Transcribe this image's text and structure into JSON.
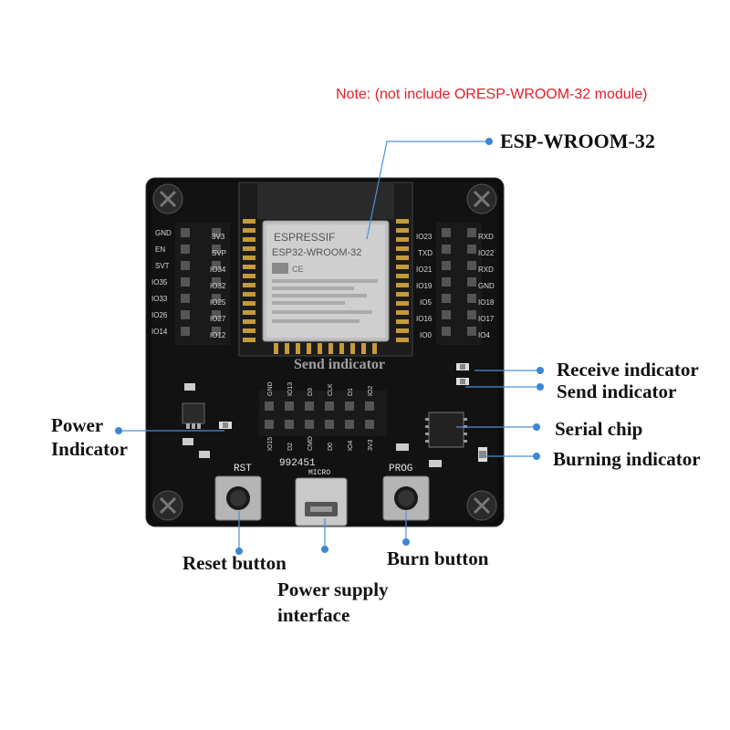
{
  "note": "Note: (not include ORESP-WROOM-32 module)",
  "callouts": {
    "module": "ESP-WROOM-32",
    "receive": "Receive indicator",
    "send": "Send indicator",
    "serial": "Serial chip",
    "burning": "Burning indicator",
    "power_ind_line1": "Power",
    "power_ind_line2": "Indicator",
    "reset": "Reset button",
    "burn": "Burn button",
    "psu_line1": "Power supply",
    "psu_line2": "interface"
  },
  "board": {
    "module_brand": "ESPRESSIF",
    "module_model": "ESP32-WROOM-32",
    "left_header_outer": [
      "GND",
      "EN",
      "SVT",
      "IO35",
      "IO33",
      "IO26",
      "IO14"
    ],
    "left_header_inner": [
      "3V3",
      "SVP",
      "IO34",
      "IO32",
      "IO25",
      "IO27",
      "IO12"
    ],
    "right_header_inner": [
      "IO23",
      "TXD",
      "IO21",
      "IO19",
      "IO5",
      "IO16",
      "IO0"
    ],
    "right_header_outer": [
      "RXD",
      "IO22",
      "RXD",
      "GND",
      "IO18",
      "IO17",
      "IO4"
    ],
    "bottom_header_top": [
      "GND",
      "IO13",
      "D3",
      "CLK",
      "D1",
      "IO2"
    ],
    "bottom_header_bottom": [
      "IO15",
      "D2",
      "CMD",
      "D0",
      "IO4",
      "3V3"
    ],
    "board_number": "992451",
    "rst_label": "RST",
    "prog_label": "PROG",
    "micro_label": "MICRO",
    "overlap_label": "Send indicator"
  }
}
